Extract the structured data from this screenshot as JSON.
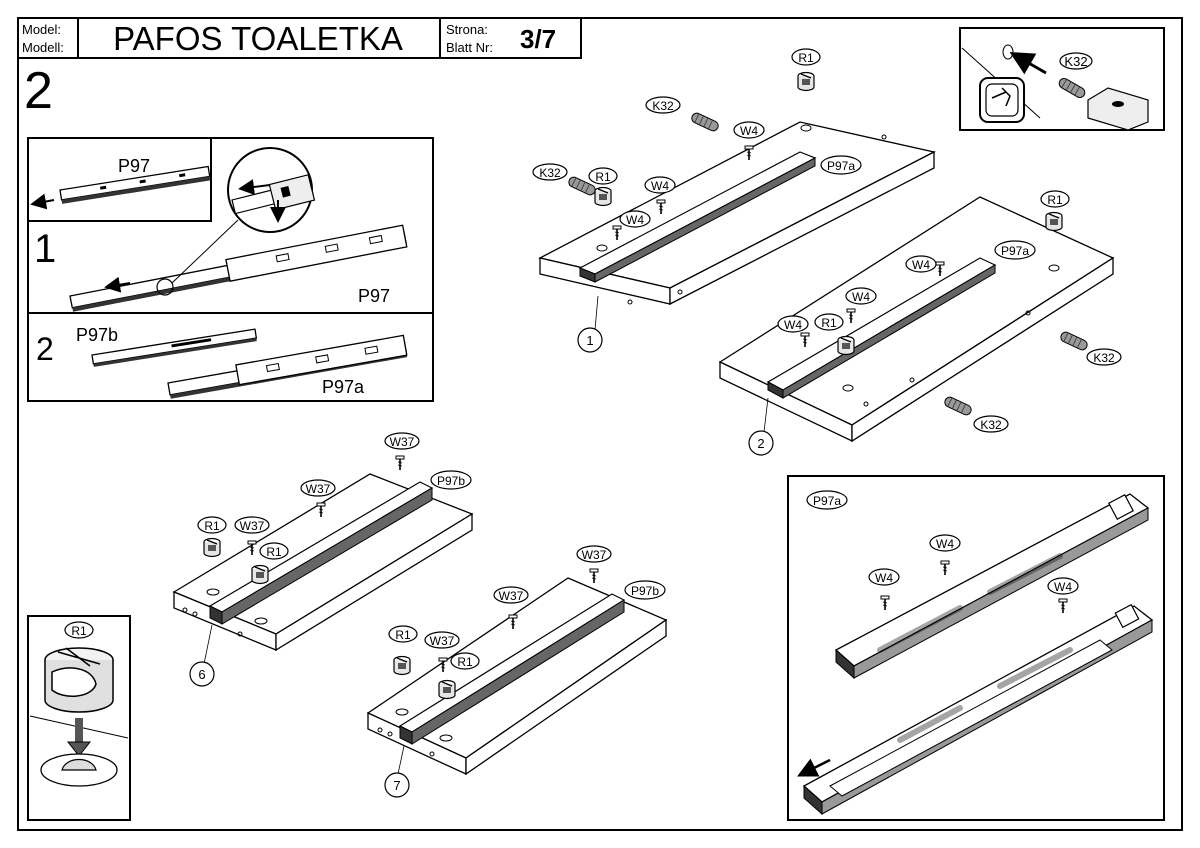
{
  "header": {
    "model_label_1": "Model:",
    "model_label_2": "Modell:",
    "title": "PAFOS TOALETKA",
    "page_label_1": "Strona:",
    "page_label_2": "Blatt Nr:",
    "page_number": "3/7"
  },
  "step": {
    "number": "2"
  },
  "rail_detail": {
    "top_label": "P97",
    "sub1": {
      "number": "1",
      "label": "P97"
    },
    "sub2": {
      "number": "2",
      "label_b": "P97b",
      "label_a": "P97a"
    }
  },
  "inset_k32": {
    "label": "K32"
  },
  "inset_r1": {
    "label": "R1"
  },
  "inset_p97a": {
    "p97a": "P97a",
    "w4_a": "W4",
    "w4_b": "W4",
    "w4_c": "W4"
  },
  "board1": {
    "number": "1",
    "k32_a": "K32",
    "k32_b": "K32",
    "r1_a": "R1",
    "r1_b": "R1",
    "w4_a": "W4",
    "w4_b": "W4",
    "w4_c": "W4",
    "p97a": "P97a"
  },
  "board2": {
    "number": "2",
    "r1_a": "R1",
    "r1_b": "R1",
    "w4_a": "W4",
    "w4_b": "W4",
    "w4_c": "W4",
    "p97a": "P97a",
    "k32_a": "K32",
    "k32_b": "K32"
  },
  "board6": {
    "number": "6",
    "r1_a": "R1",
    "r1_b": "R1",
    "w37_a": "W37",
    "w37_b": "W37",
    "w37_c": "W37",
    "p97b": "P97b"
  },
  "board7": {
    "number": "7",
    "r1_a": "R1",
    "r1_b": "R1",
    "w37_a": "W37",
    "w37_b": "W37",
    "w37_c": "W37",
    "p97b": "P97b"
  }
}
